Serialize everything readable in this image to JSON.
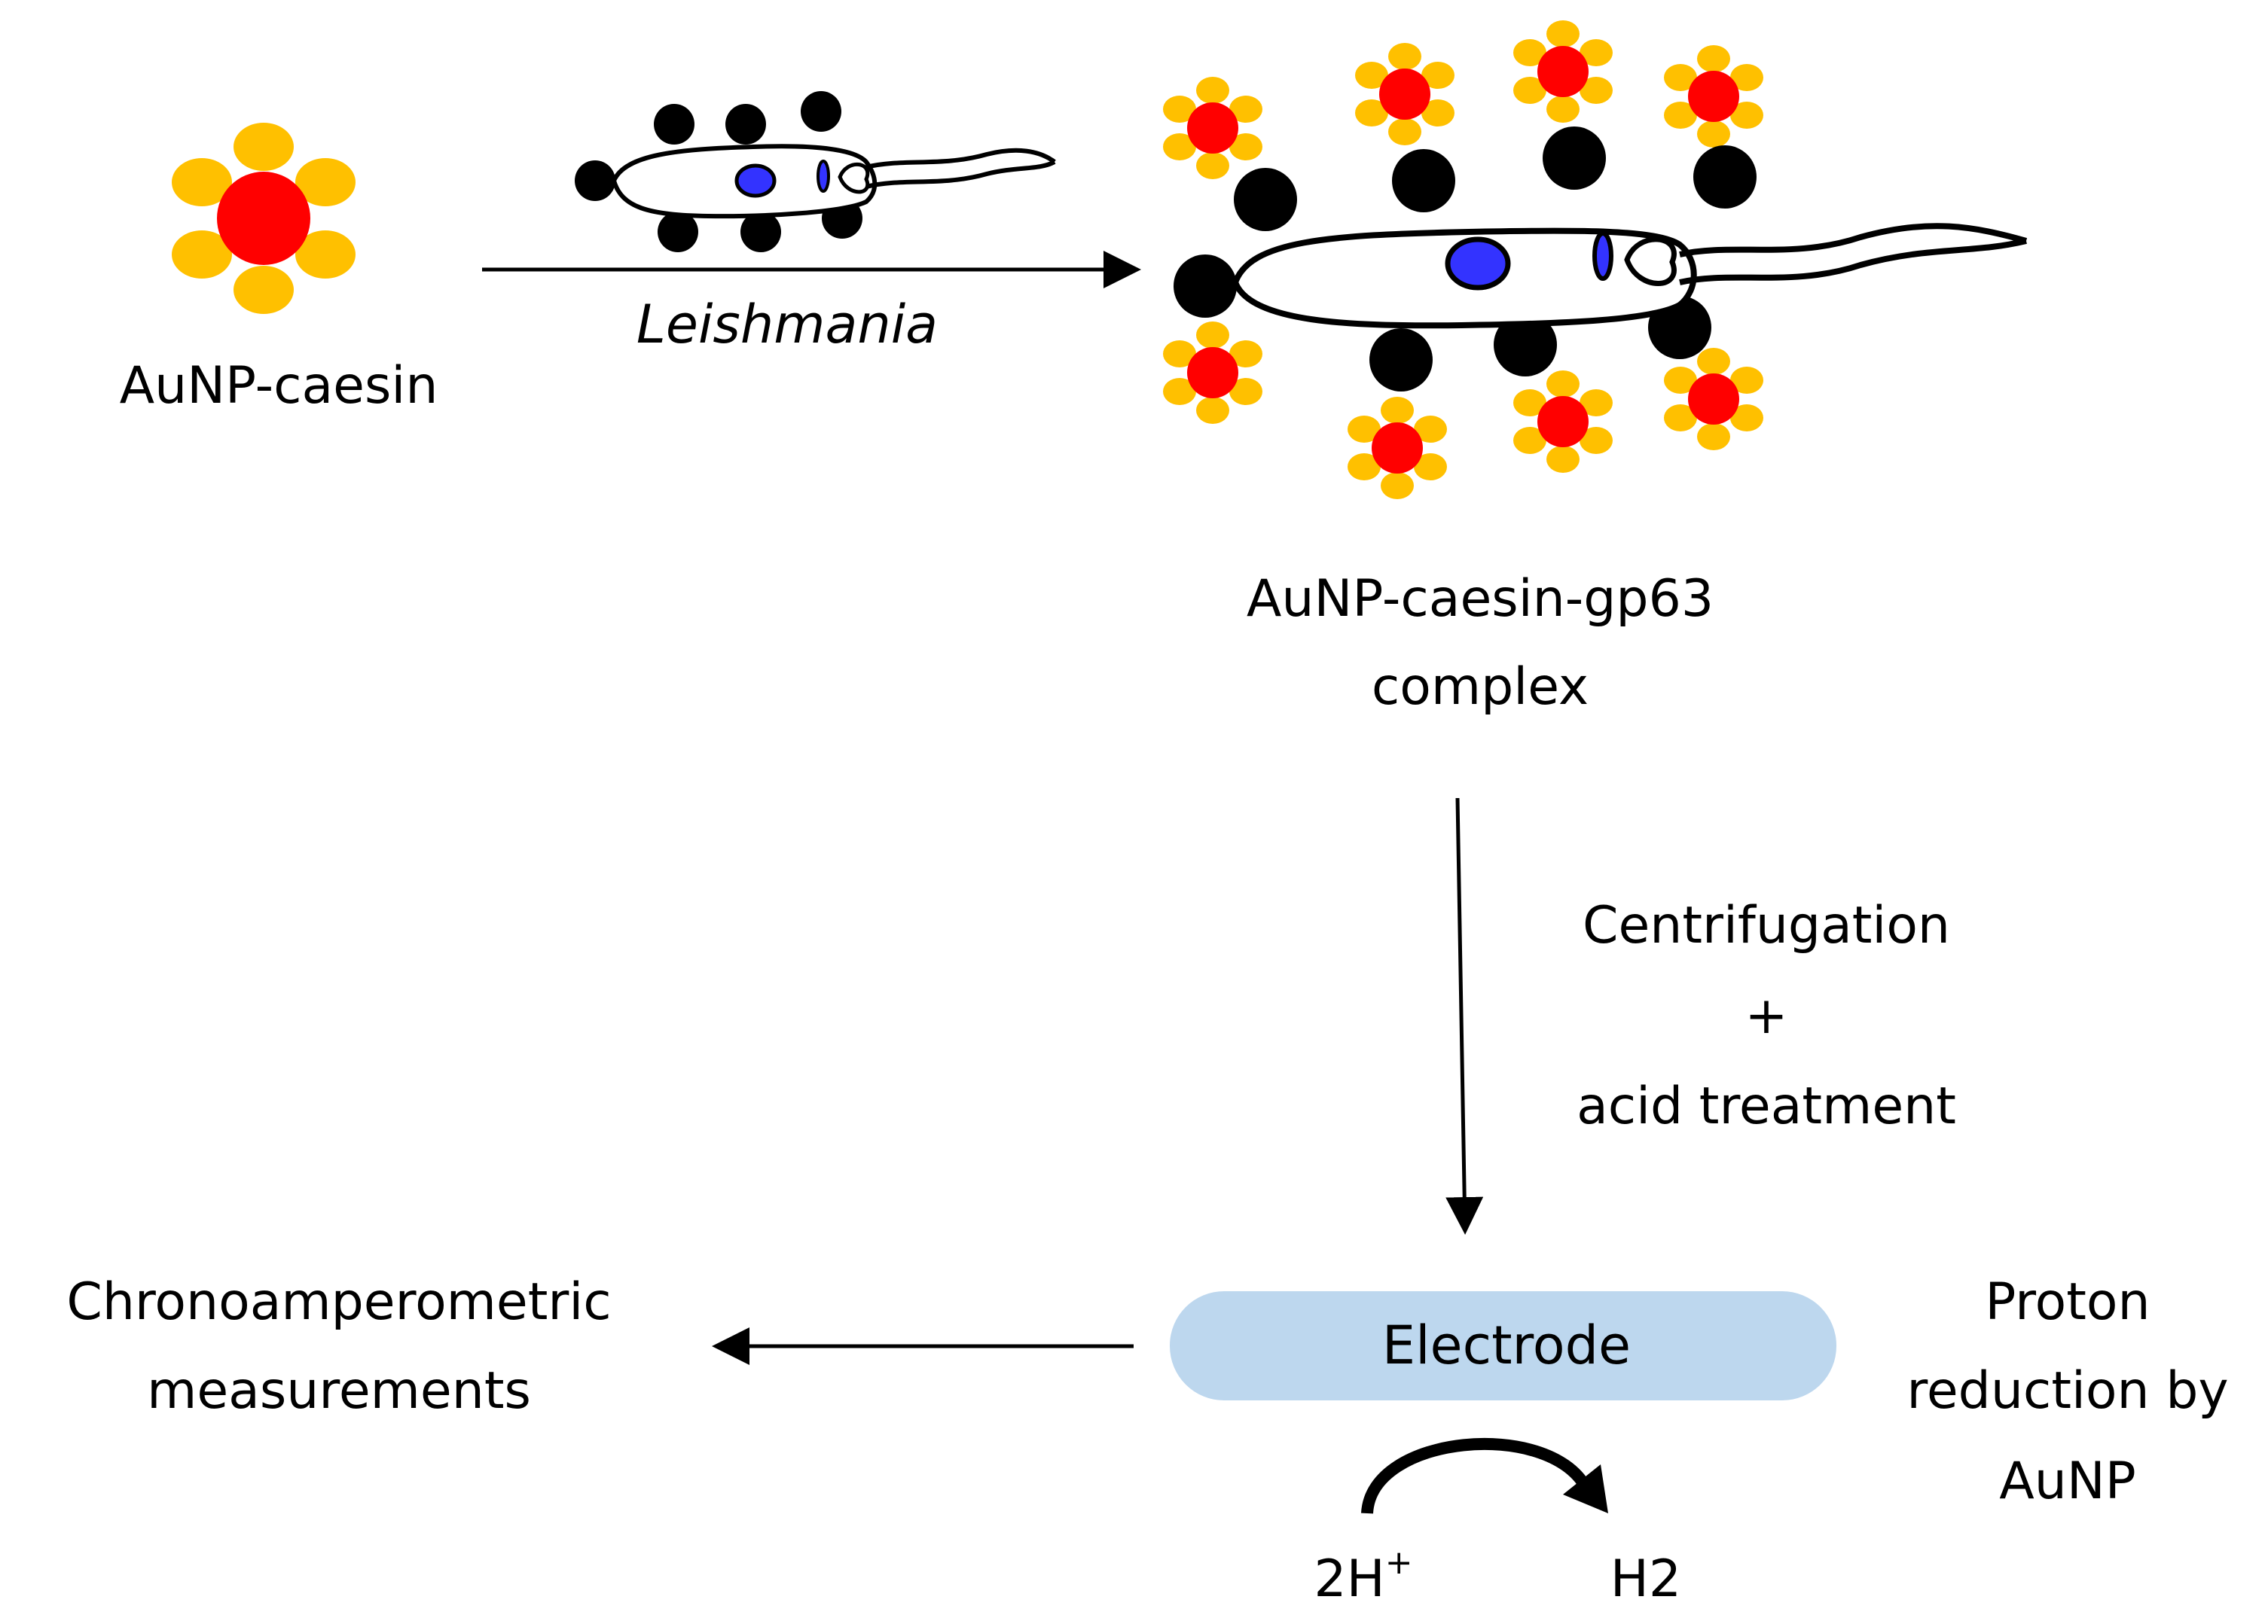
{
  "labels": {
    "aunp_caesin": "AuNP-caesin",
    "leishmania": "Leishmania",
    "complex_line1": "AuNP-caesin-gp63",
    "complex_line2": "complex",
    "step_line1": "Centrifugation",
    "step_line2": "+",
    "step_line3": "acid treatment",
    "electrode": "Electrode",
    "measure_line1": "Chronoamperometric",
    "measure_line2": "measurements",
    "proton_line1": "Proton",
    "proton_line2": "reduction by",
    "proton_line3": "AuNP",
    "reactant": "2H",
    "reactant_charge": "+",
    "product": "H2"
  },
  "colors": {
    "gold_core": "#ff0000",
    "caesin_petal": "#ffc000",
    "gp63": "#000000",
    "nucleus": "#3333ff",
    "electrode": "#bdd7ee"
  },
  "icons": {
    "nanoparticle": "aunp-caesin-icon",
    "parasite": "leishmania-parasite-icon",
    "reaction": "curved-reaction-arrow-icon"
  }
}
